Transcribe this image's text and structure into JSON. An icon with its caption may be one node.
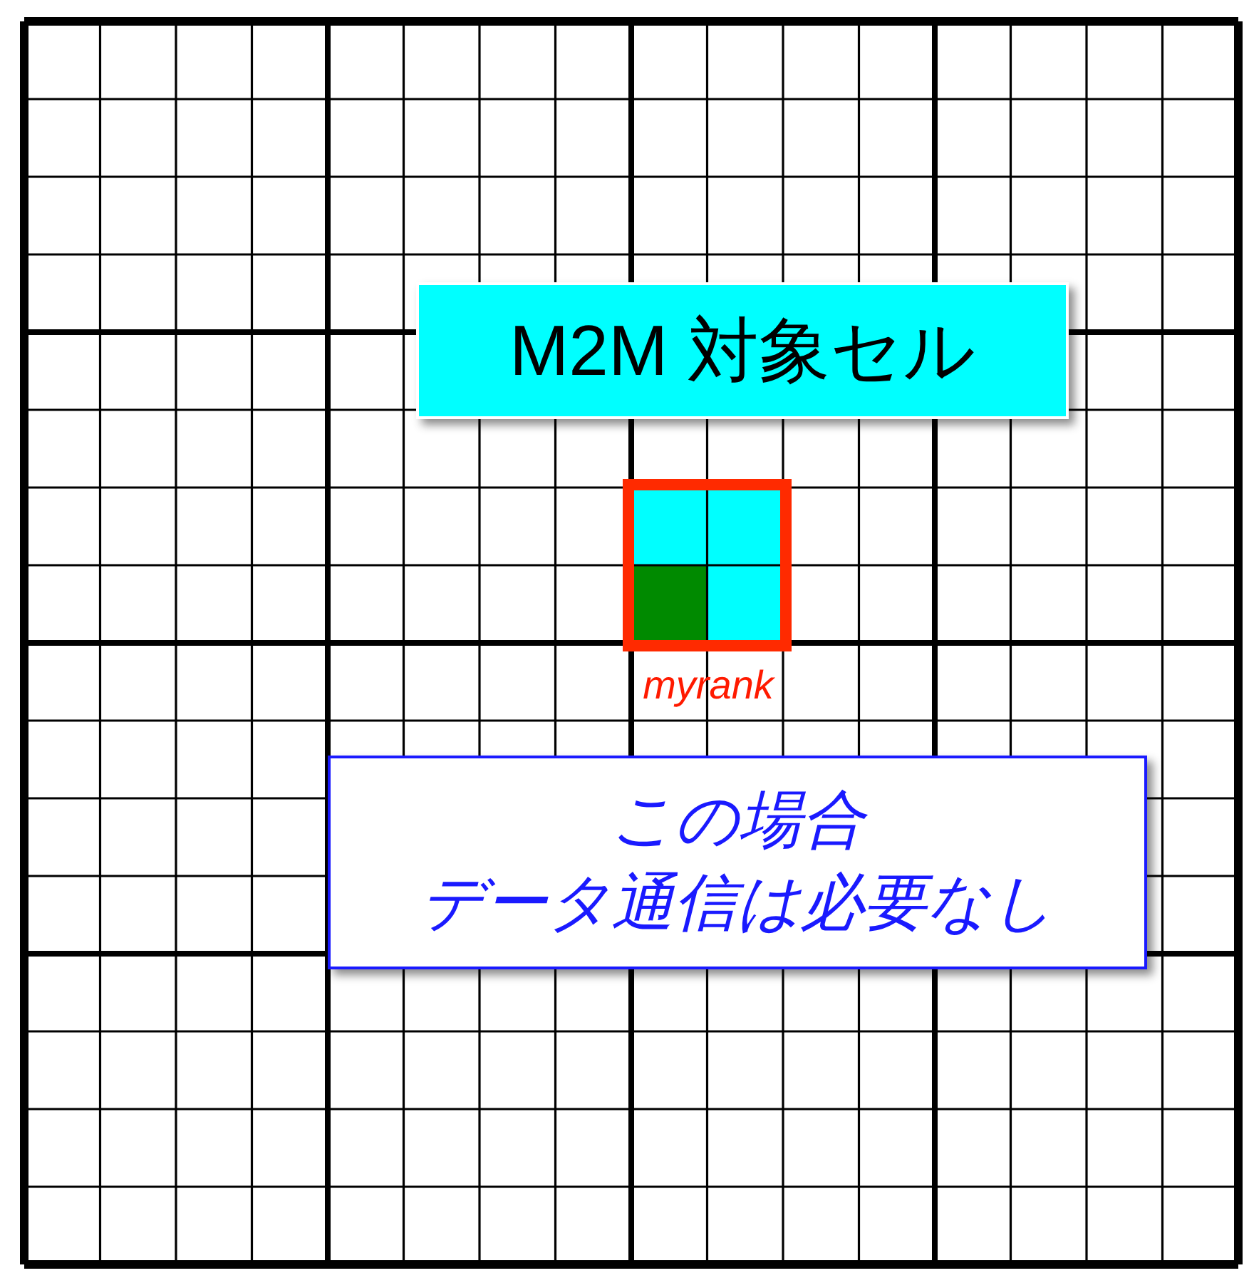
{
  "diagram": {
    "labels": [
      "myrank",
      "この場合",
      "データ通信は必要なし"
    ],
    "legend": [
      {
        "text": "M2M 対象セル",
        "color": "#00ffff"
      }
    ]
  }
}
